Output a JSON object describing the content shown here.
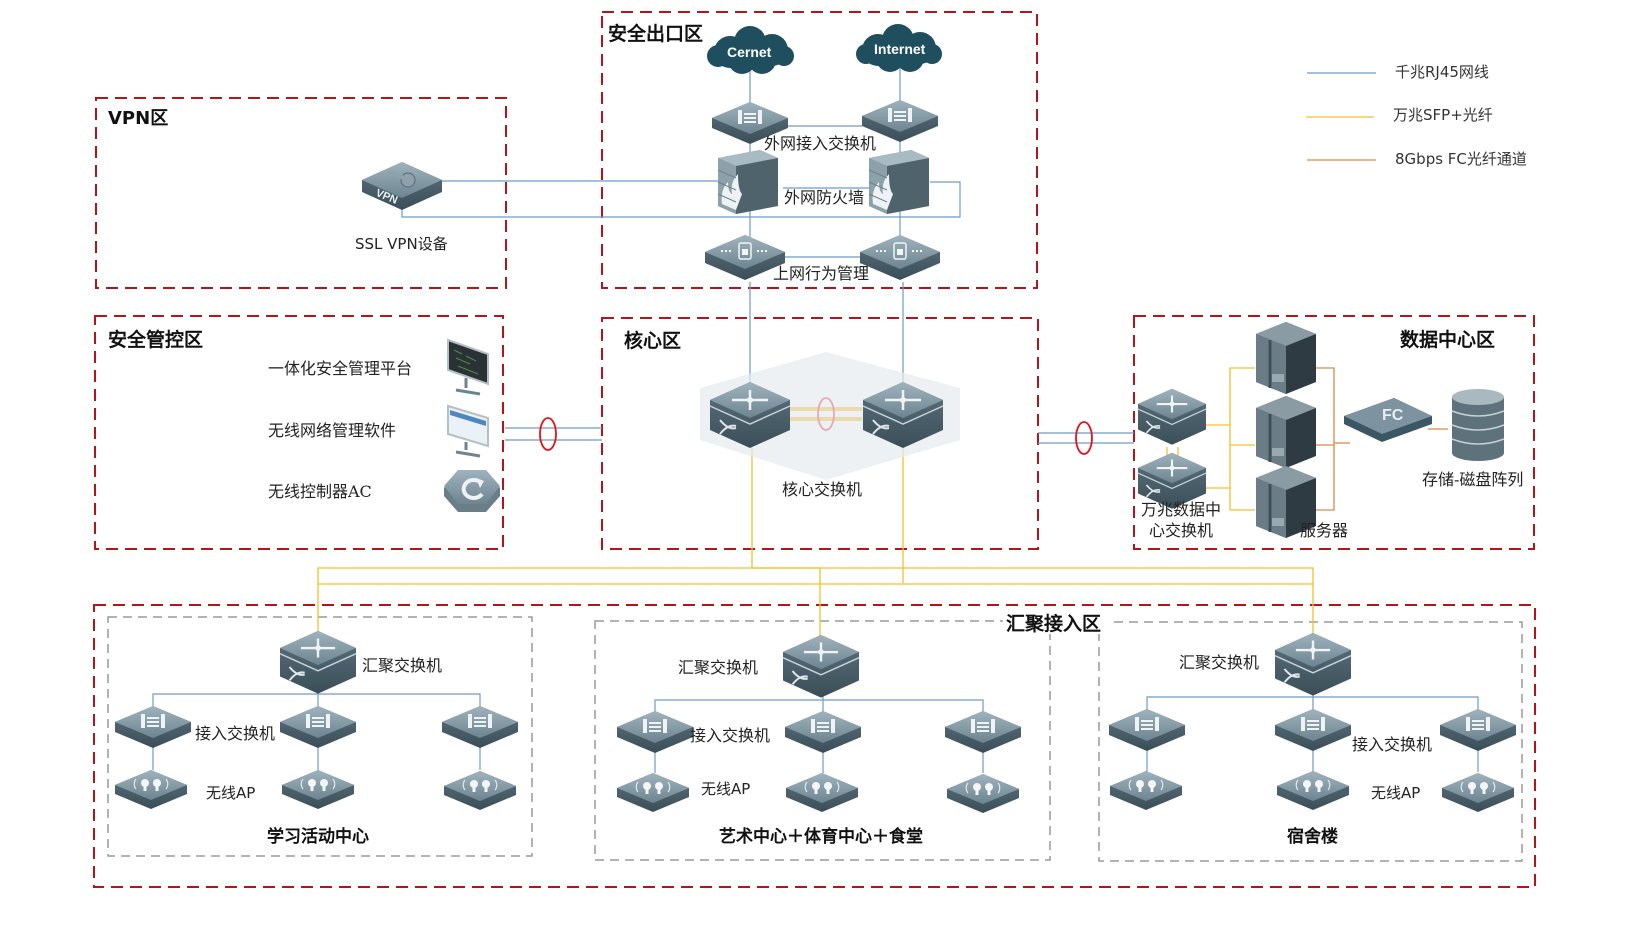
{
  "legend": [
    {
      "label": "千兆RJ45网线",
      "color": "#6f9bc4"
    },
    {
      "label": "万兆SFP+光纤",
      "color": "#f2c12e"
    },
    {
      "label": "8Gbps FC光纤通道",
      "color": "#d98a4a"
    }
  ],
  "colors": {
    "zone_border": "#b3151b",
    "sub_zone_border": "#9a9a9a",
    "device_body": "#5b717d",
    "cloud": "#1f4f5f"
  },
  "zones": {
    "vpn": {
      "title": "VPN区",
      "device_label": "SSL VPN设备",
      "device_badge": "VPN"
    },
    "egress": {
      "title": "安全出口区",
      "clouds": [
        "Cernet",
        "Internet"
      ],
      "access_switch_label": "外网接入交换机",
      "firewall_label": "外网防火墙",
      "behavior_mgmt_label": "上网行为管理"
    },
    "security_mgmt": {
      "title": "安全管控区",
      "items": [
        {
          "label": "一体化安全管理平台"
        },
        {
          "label": "无线网络管理软件"
        },
        {
          "label": "无线控制器AC"
        }
      ]
    },
    "core": {
      "title": "核心区",
      "switch_label": "核心交换机"
    },
    "datacenter": {
      "title": "数据中心区",
      "switch_label_line1": "万兆数据中",
      "switch_label_line2": "心交换机",
      "server_label": "服务器",
      "fc_badge": "FC",
      "storage_label": "存储-磁盘阵列"
    },
    "aggregation": {
      "title": "汇聚接入区",
      "groups": [
        {
          "name": "学习活动中心",
          "agg_label": "汇聚交换机",
          "access_label": "接入交换机",
          "ap_label": "无线AP"
        },
        {
          "name": "艺术中心＋体育中心＋食堂",
          "agg_label": "汇聚交换机",
          "access_label": "接入交换机",
          "ap_label": "无线AP"
        },
        {
          "name": "宿舍楼",
          "agg_label": "汇聚交换机",
          "access_label": "接入交换机",
          "ap_label": "无线AP"
        }
      ]
    }
  }
}
